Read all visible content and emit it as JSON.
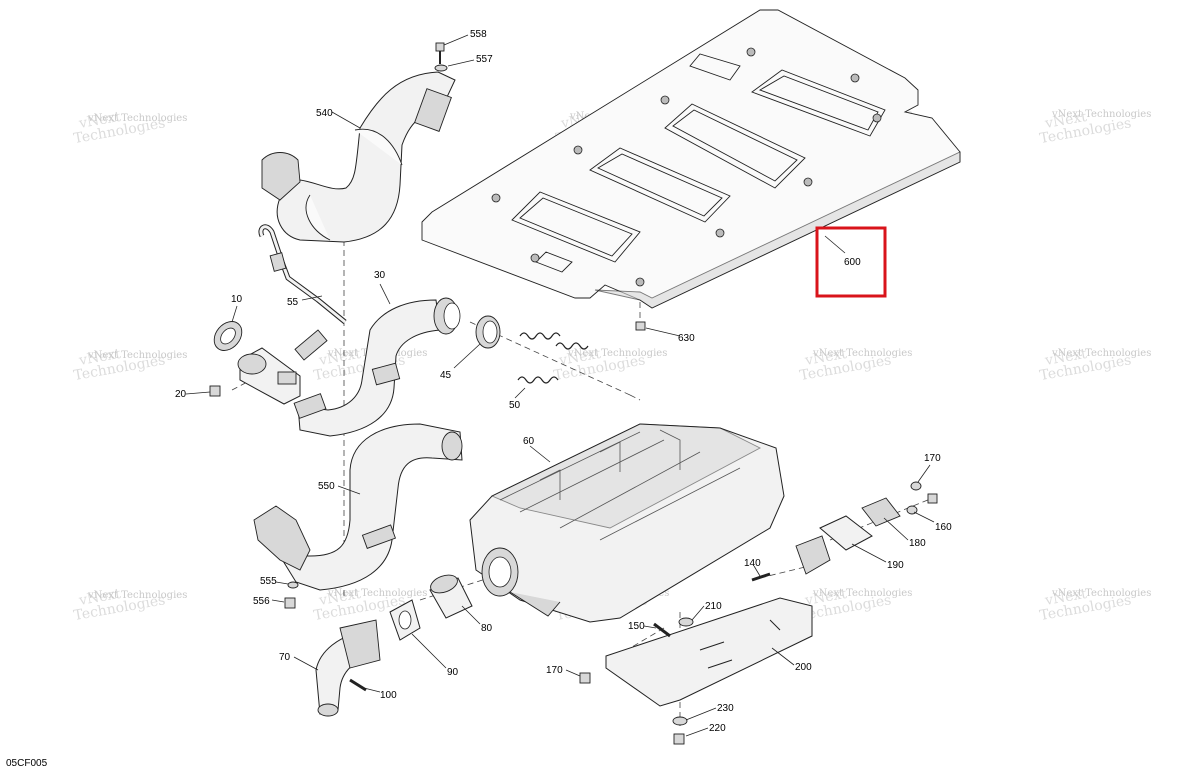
{
  "diagram_code": "05CF005",
  "watermark": {
    "line1": "vNext",
    "line2": "Technologies",
    "single": "vNext Technologies"
  },
  "highlight": {
    "label": "600",
    "color": "#d9141b"
  },
  "callouts": {
    "c558": "558",
    "c557": "557",
    "c540": "540",
    "c30": "30",
    "c10": "10",
    "c55": "55",
    "c20": "20",
    "c45": "45",
    "c50": "50",
    "c60": "60",
    "c630": "630",
    "c550": "550",
    "c555": "555",
    "c556": "556",
    "c70": "70",
    "c100": "100",
    "c90": "90",
    "c80": "80",
    "c140": "140",
    "c150": "150",
    "c170a": "170",
    "c170b": "170",
    "c160": "160",
    "c180": "180",
    "c190": "190",
    "c200": "200",
    "c210": "210",
    "c230": "230",
    "c220": "220"
  }
}
